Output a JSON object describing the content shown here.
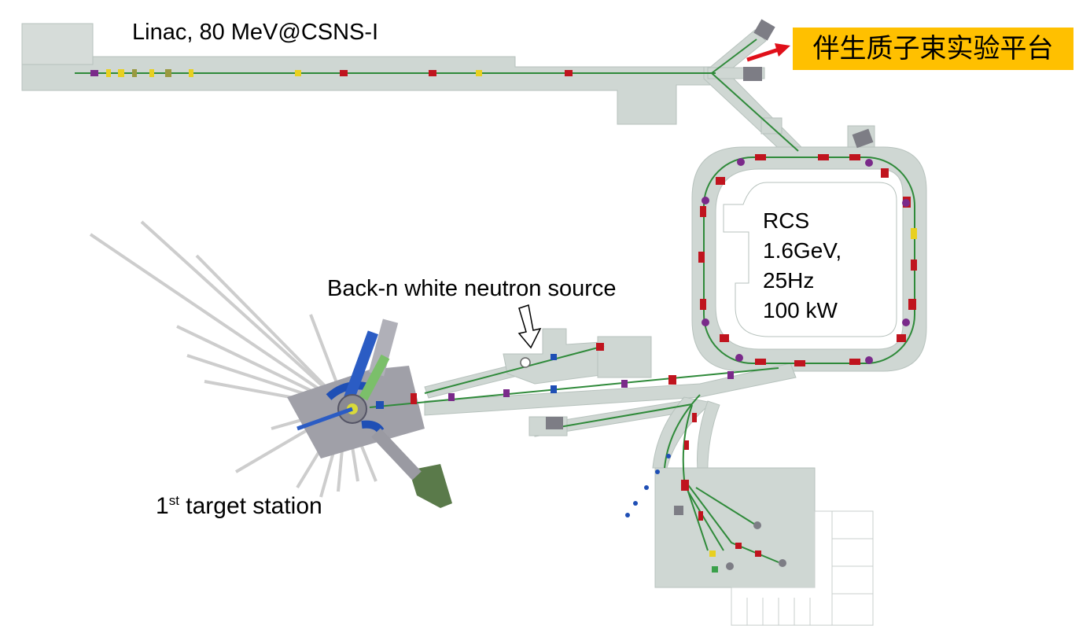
{
  "labels": {
    "linac": "Linac, 80 MeV@CSNS-I",
    "platform": "伴生质子束实验平台",
    "rcs_title": "RCS",
    "rcs_energy": "1.6GeV,",
    "rcs_rate": "25Hz",
    "rcs_power": "100 kW",
    "backn": "Back-n white neutron source",
    "target_prefix": "1",
    "target_sup": "st",
    "target_rest": " target station"
  },
  "colors": {
    "tunnel": "#cfd7d3",
    "tunnel_edge": "#b7c2bd",
    "beamline": "#2f8a3a",
    "magnet_red": "#c0141e",
    "magnet_purple": "#7a2a8a",
    "magnet_blue": "#1f4fb5",
    "target_grey": "#a0a0a8",
    "highlight": "#ffc000",
    "arrow_red": "#e0101a"
  }
}
